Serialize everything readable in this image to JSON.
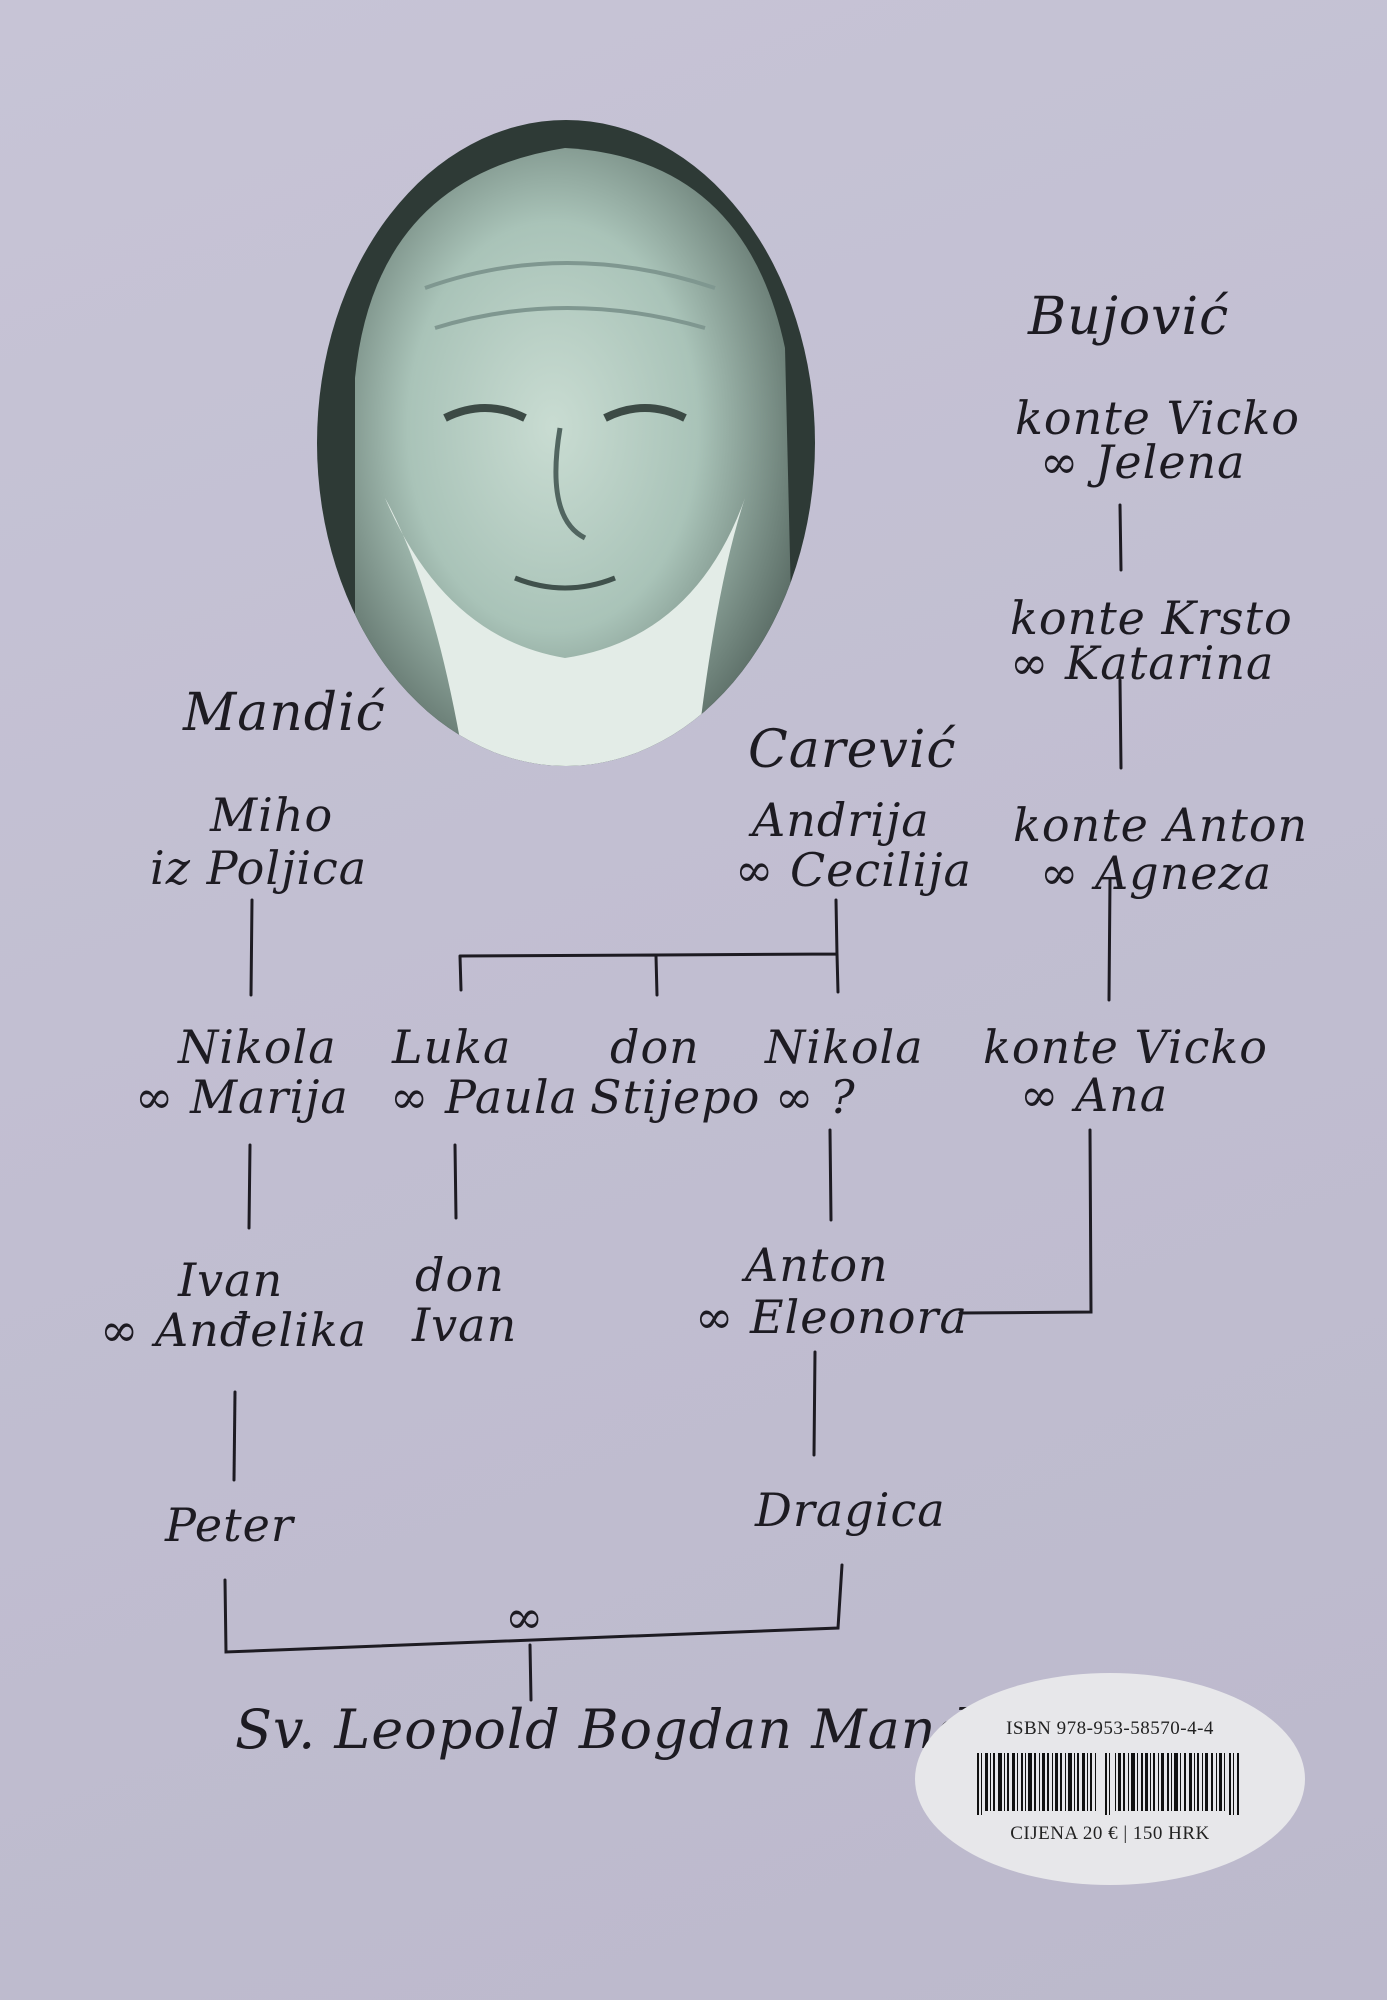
{
  "families": {
    "bujovic": "Bujović",
    "mandic": "Mandić",
    "carevic": "Carević"
  },
  "tree": {
    "konte_vicko_1": "konte Vicko",
    "jelena": "∞ Jelena",
    "konte_krsto": "konte Krsto",
    "katarina": "∞ Katarina",
    "konte_anton": "konte Anton",
    "agneza": "∞ Agneza",
    "konte_vicko_2": "konte Vicko",
    "ana": "∞ Ana",
    "miho": "Miho",
    "iz_polica": "iz Poljica",
    "andrija": "Andrija",
    "cecilija": "∞ Cecilija",
    "nikola_1": "Nikola",
    "marija": "∞ Marija",
    "luka": "Luka",
    "paula": "∞ Paula",
    "don_1": "don",
    "stijepo": "Stijepo",
    "nikola_2": "Nikola",
    "nikola_2_spouse": "∞ ?",
    "ivan": "Ivan",
    "andelika": "∞ Anđelika",
    "don_2": "don",
    "don_ivan": "Ivan",
    "anton": "Anton",
    "eleonora": "∞ Eleonora",
    "peter": "Peter",
    "dragica": "Dragica",
    "marriage_symbol": "∞",
    "saint": "Sv. Leopold Bogdan Mandić"
  },
  "barcode": {
    "isbn": "ISBN 978-953-58570-4-4",
    "price": "CIJENA 20 € | 150 HRK"
  }
}
